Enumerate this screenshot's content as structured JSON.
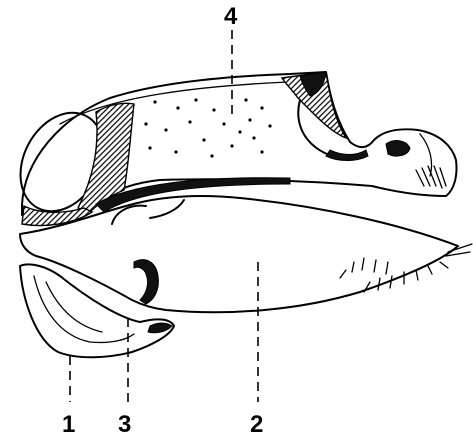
{
  "figure": {
    "labels": [
      {
        "id": "label-1",
        "text": "1"
      },
      {
        "id": "label-2",
        "text": "2"
      },
      {
        "id": "label-3",
        "text": "3"
      },
      {
        "id": "label-4",
        "text": "4"
      }
    ],
    "colors": {
      "ink": "#000000",
      "background": "#ffffff",
      "shade": "#111111"
    }
  }
}
